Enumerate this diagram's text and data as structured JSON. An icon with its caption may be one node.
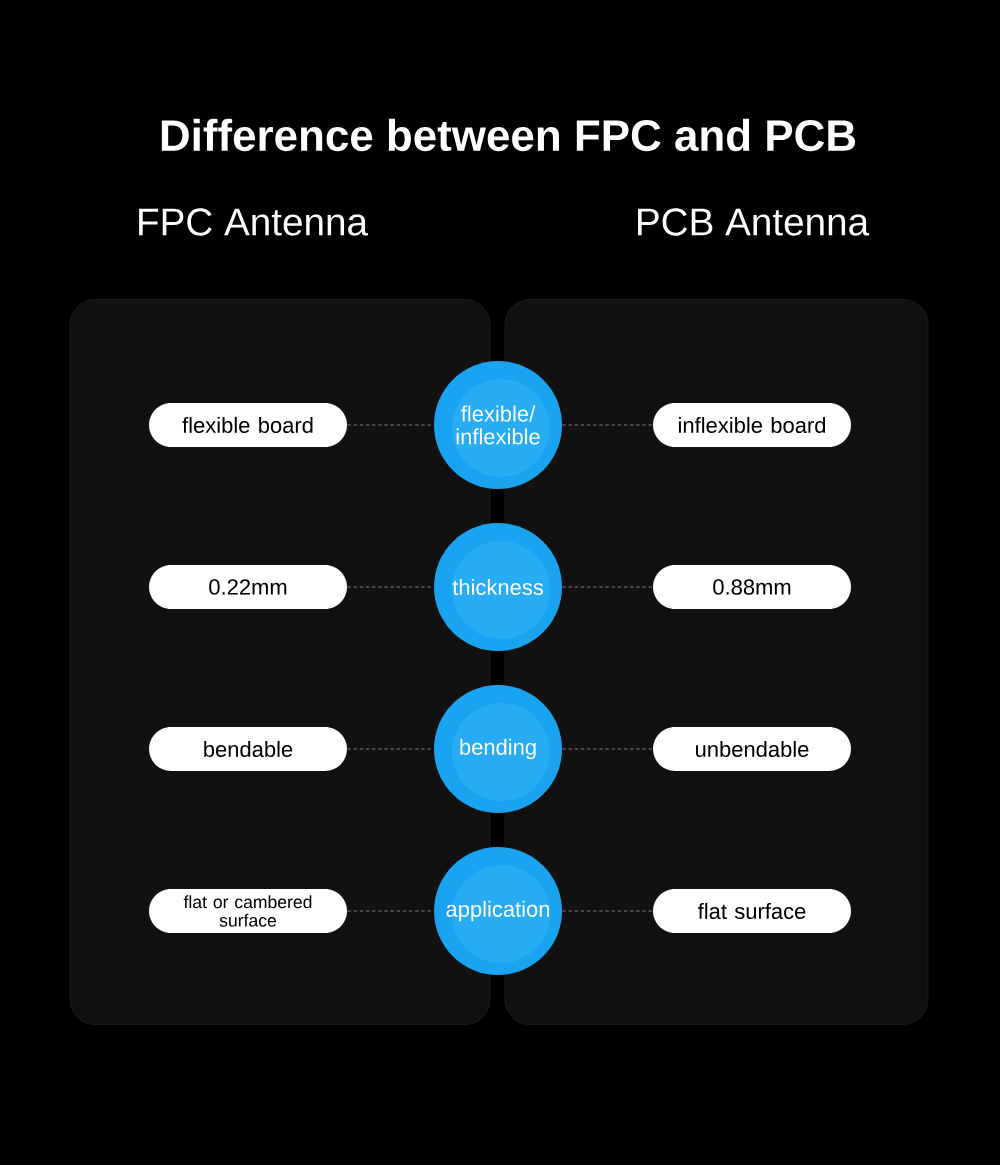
{
  "diagram": {
    "title": "Difference between FPC and PCB",
    "nodes": [
      {
        "text": [
          "FPC Antenna"
        ]
      },
      {
        "text": [
          "PCB Antenna"
        ]
      },
      {
        "text": [
          "flexible board"
        ],
        "in": 0
      },
      {
        "text": [
          "flexible/ inflexible"
        ]
      },
      {
        "text": [
          "inflexible board"
        ],
        "in": 1
      },
      {
        "text": [
          "0.22mm"
        ],
        "in": 0
      },
      {
        "text": [
          "thickness"
        ]
      },
      {
        "text": [
          "0.88mm"
        ],
        "in": 1
      },
      {
        "text": [
          "bendable"
        ],
        "in": 0
      },
      {
        "text": [
          "bending"
        ]
      },
      {
        "text": [
          "unbendable"
        ],
        "in": 1
      },
      {
        "text": [
          "flat or cambered surface"
        ],
        "in": 0
      },
      {
        "text": [
          "application"
        ]
      },
      {
        "text": [
          "flat surface"
        ],
        "in": 1
      }
    ],
    "edges": [
      {
        "from": 2,
        "to": 3,
        "arrow": "none",
        "style": "dashed"
      },
      {
        "from": 3,
        "to": 4,
        "arrow": "none",
        "style": "dashed"
      },
      {
        "from": 5,
        "to": 6,
        "arrow": "none",
        "style": "dashed"
      },
      {
        "from": 6,
        "to": 7,
        "arrow": "none",
        "style": "dashed"
      },
      {
        "from": 8,
        "to": 9,
        "arrow": "none",
        "style": "dashed"
      },
      {
        "from": 9,
        "to": 10,
        "arrow": "none",
        "style": "dashed"
      },
      {
        "from": 11,
        "to": 12,
        "arrow": "none",
        "style": "dashed"
      },
      {
        "from": 12,
        "to": 13,
        "arrow": "none",
        "style": "dashed"
      }
    ]
  }
}
